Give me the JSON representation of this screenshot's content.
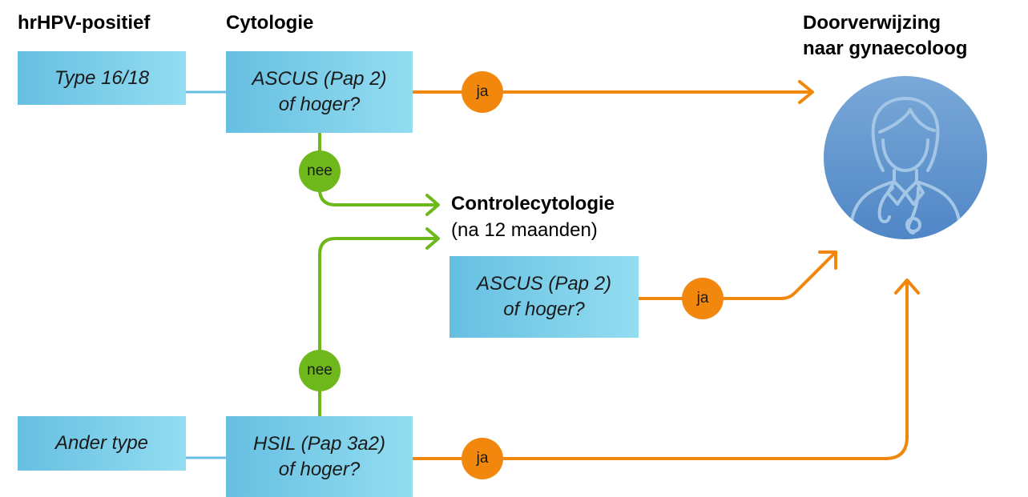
{
  "headers": {
    "hrhpv": "hrHPV-positief",
    "cytologie": "Cytologie",
    "referral_line1": "Doorverwijzing",
    "referral_line2": "naar gynaecoloog"
  },
  "boxes": {
    "type_1618": "Type 16/18",
    "ander_type": "Ander type",
    "ascus_top_line1": "ASCUS (Pap 2)",
    "ascus_top_line2": "of hoger?",
    "ascus_mid_line1": "ASCUS (Pap 2)",
    "ascus_mid_line2": "of hoger?",
    "hsil_line1": "HSIL (Pap 3a2)",
    "hsil_line2": "of hoger?"
  },
  "control": {
    "title": "Controlecytologie",
    "subtitle": "(na 12 maanden)"
  },
  "badges": {
    "ja": "ja",
    "nee": "nee"
  },
  "icons": {
    "doctor": "doctor-icon"
  },
  "colors": {
    "yes_path": "#f2870e",
    "no_path": "#6fb81b",
    "box_gradient_start": "#66bfe1",
    "box_gradient_end": "#93ddf1",
    "connector": "#66bfe1",
    "doctor_circle": "#5b8fc9"
  }
}
